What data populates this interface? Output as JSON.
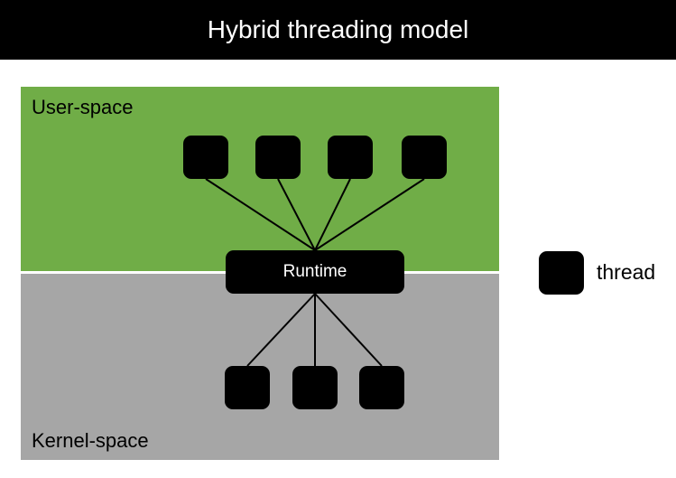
{
  "title": "Hybrid threading model",
  "regions": {
    "user_label": "User-space",
    "kernel_label": "Kernel-space",
    "user_color": "#70ad47",
    "kernel_color": "#a6a6a6"
  },
  "runtime": {
    "label": "Runtime"
  },
  "legend": {
    "label": "thread"
  },
  "counts": {
    "user_threads": 4,
    "kernel_threads": 3
  }
}
